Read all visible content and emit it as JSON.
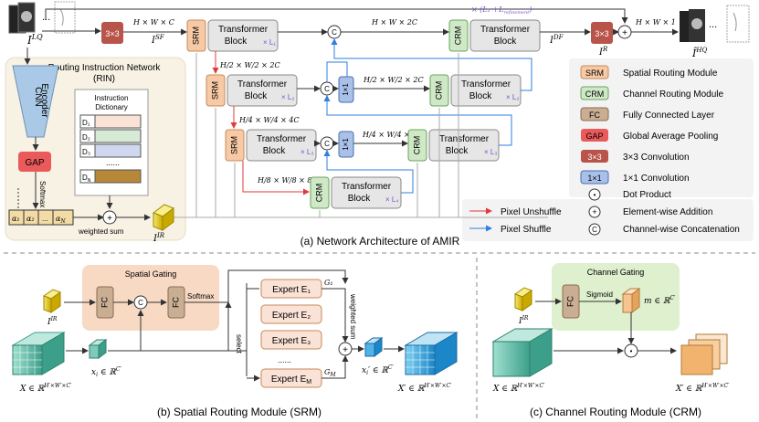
{
  "top": {
    "label_ilq": "I",
    "label_ilq_sup": "LQ",
    "label_isf": "I",
    "label_isf_sup": "SF",
    "label_idf": "I",
    "label_idf_sup": "DF",
    "label_ir": "I",
    "label_ir_sup": "R",
    "label_ihq": "Î",
    "label_ihq_sup": "HQ",
    "dots": "...",
    "conv3": "3×3",
    "dim_hwc": "H × W × C",
    "dim_hw2c": "H × W × 2C",
    "dim_hw1": "H × W × 1",
    "loss_note": "× (L₁ +L",
    "loss_note_sub": "refinement",
    "loss_note_end": ")",
    "srm": "SRM",
    "crm": "CRM",
    "tb": "Transformer",
    "tb2": "Block",
    "x_l1": "× L₁",
    "x_l2": "× L₂",
    "x_l3": "× L₃",
    "x_l4": "× L₄",
    "c": "C",
    "one": "1×1",
    "d2": "H/2 × W/2 × 2C",
    "d4": "H/4 × W/4 × 4C",
    "d8": "H/8 × W/8 × 8C",
    "caption": "(a) Network Architecture of AMIR"
  },
  "rin": {
    "title": "Routing Instruction Network",
    "title2": "(RIN)",
    "cnn": "CNN",
    "encoder": "Encoder",
    "gap": "GAP",
    "softmax": "Softmax",
    "dict_title": "Instruction",
    "dict_title2": "Dictionary",
    "d1": "D₁",
    "d2": "D₂",
    "d3": "D₃",
    "dn": "D",
    "dn_sub": "N",
    "dots": "......",
    "a1": "α₁",
    "a2": "α₂",
    "adots": "...",
    "an": "α",
    "an_sub": "N",
    "weighted": "weighted sum",
    "ir": "I",
    "ir_sup": "IR"
  },
  "legend": {
    "srm": "Spatial Routing Module",
    "crm": "Channel Routing Module",
    "fc": "Fully Connected Layer",
    "gap": "Global Average Pooling",
    "conv3": "3×3 Convolution",
    "conv1": "1×1 Convolution",
    "dot": "Dot Product",
    "add": "Element-wise Addition",
    "cat": "Channel-wise Concatenation",
    "unshuffle": "Pixel Unshuffle",
    "shuffle": "Pixel Shuffle",
    "k_srm": "SRM",
    "k_crm": "CRM",
    "k_fc": "FC",
    "k_gap": "GAP",
    "k_3": "3×3",
    "k_1": "1×1",
    "k_dot": "•",
    "k_add": "+",
    "k_c": "C"
  },
  "srm": {
    "gating": "Spatial Gating",
    "fc": "FC",
    "c": "C",
    "softmax": "Softmax",
    "select": "select",
    "weighted": "weighted sum",
    "e1": "Expert E₁",
    "e2": "Expert E₂",
    "e3": "Expert E₃",
    "dots": "......",
    "em": "Expert E",
    "em_sub": "M",
    "g1": "G₁",
    "gm": "G",
    "gm_sub": "M",
    "ir": "I",
    "ir_sup": "IR",
    "x": "X ∈ ℝ",
    "x_sup": "H′×W′×C′",
    "xi": "x",
    "xi_sub": "i",
    "xi_in": " ∈ ℝ",
    "xi_sup": "C′",
    "xo": "x",
    "xo_sub": "i",
    "xo_rest": "′ ∈ ℝ",
    "xo_sup": "C′",
    "xp": "X′ ∈ ℝ",
    "xp_sup": "H′×W′×C′",
    "caption": "(b) Spatial Routing Module (SRM)"
  },
  "crm": {
    "gating": "Channel Gating",
    "fc": "FC",
    "sigmoid": "Sigmoid",
    "m": "m ∈ ℝ",
    "m_sup": "C′",
    "ir": "I",
    "ir_sup": "IR",
    "x": "X ∈ ℝ",
    "x_sup": "H′×W′×C′",
    "xp": "X′ ∈ ℝ",
    "xp_sup": "H′×W′×C′",
    "caption": "(c) Channel Routing Module (CRM)"
  },
  "colors": {
    "srm": "#f7c9a5",
    "crm": "#cfe8c6",
    "fc": "#c9ae94",
    "gap": "#ea5a5a",
    "conv3": "#b9544a",
    "conv1": "#a9c0e8",
    "tb": "#e6e6e6",
    "rin_bg": "#f7f2e4",
    "sg_bg": "#f8d9c4",
    "cg_bg": "#dff0cf",
    "red": "#e03a3a",
    "blue": "#2f7ee0",
    "purple": "#7b52c6"
  }
}
